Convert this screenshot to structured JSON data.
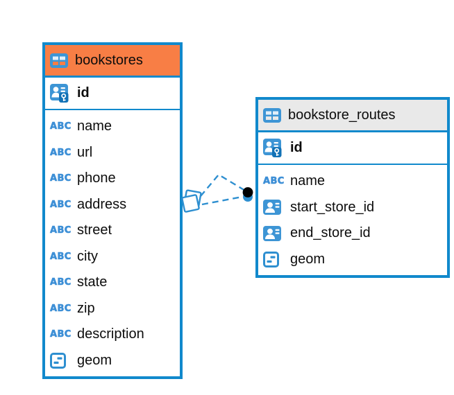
{
  "diagram": {
    "tables": [
      {
        "name": "bookstores",
        "header_color": "#F87E45",
        "columns": [
          {
            "name": "id",
            "icon": "primary-key-icon",
            "key": true
          },
          {
            "name": "name",
            "icon": "text-type-icon"
          },
          {
            "name": "url",
            "icon": "text-type-icon"
          },
          {
            "name": "phone",
            "icon": "text-type-icon"
          },
          {
            "name": "address",
            "icon": "text-type-icon"
          },
          {
            "name": "street",
            "icon": "text-type-icon"
          },
          {
            "name": "city",
            "icon": "text-type-icon"
          },
          {
            "name": "state",
            "icon": "text-type-icon"
          },
          {
            "name": "zip",
            "icon": "text-type-icon"
          },
          {
            "name": "description",
            "icon": "text-type-icon"
          },
          {
            "name": "geom",
            "icon": "geometry-type-icon"
          }
        ]
      },
      {
        "name": "bookstore_routes",
        "header_color": "#E9E9E9",
        "columns": [
          {
            "name": "id",
            "icon": "primary-key-icon",
            "key": true
          },
          {
            "name": "name",
            "icon": "text-type-icon"
          },
          {
            "name": "start_store_id",
            "icon": "reference-icon"
          },
          {
            "name": "end_store_id",
            "icon": "reference-icon"
          },
          {
            "name": "geom",
            "icon": "geometry-type-icon"
          }
        ]
      }
    ],
    "icon_labels": {
      "text_type": "ABC"
    },
    "relationship": {
      "type": "foreign-key-link",
      "style": "dashed",
      "from_table": "bookstores",
      "to_table": "bookstore_routes"
    },
    "colors": {
      "table_border": "#1189CC",
      "icon_blue": "#3D95D5",
      "key_badge_blue": "#1272B6",
      "bookstores_header": "#F87E45",
      "bookstore_routes_header": "#E9E9E9",
      "link_blue": "#2E8FD0",
      "link_endpoint_black": "#000000",
      "text": "#0C0C0C"
    }
  }
}
